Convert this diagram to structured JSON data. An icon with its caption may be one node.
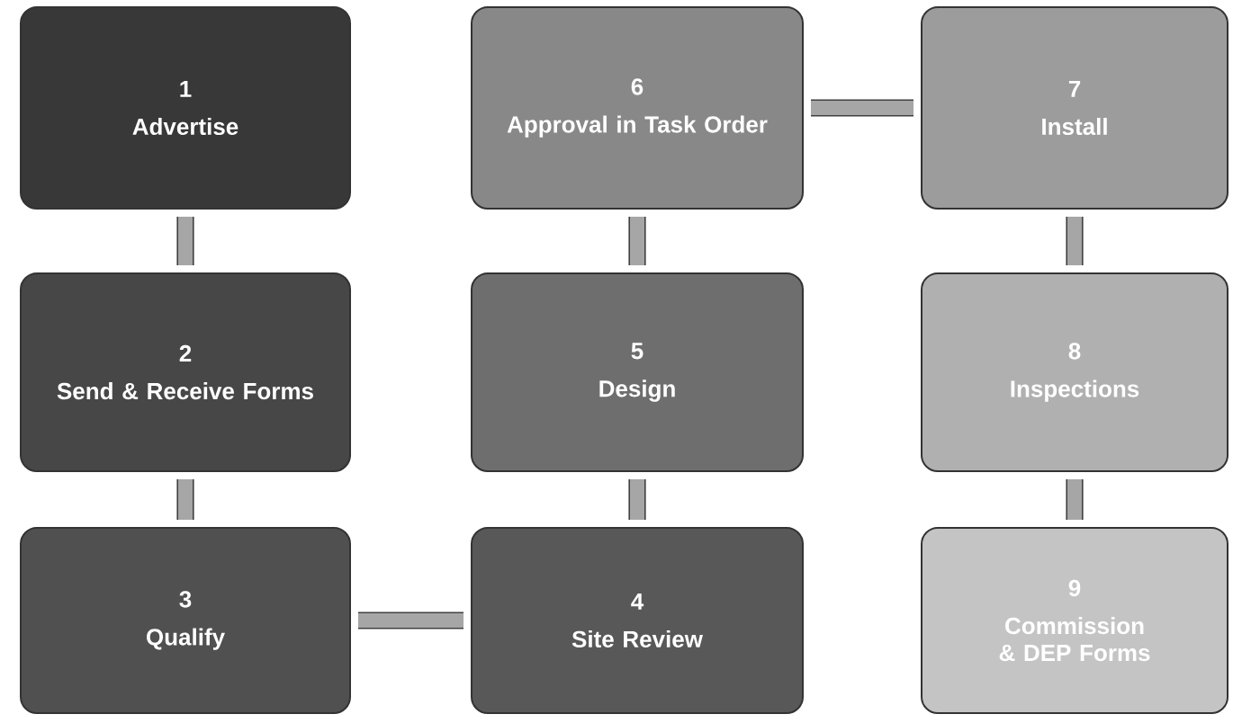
{
  "diagram": {
    "nodes": [
      {
        "text": [
          "1",
          "Advertise"
        ]
      },
      {
        "text": [
          "2",
          "Send & Receive Forms"
        ]
      },
      {
        "text": [
          "3",
          "Qualify"
        ]
      },
      {
        "text": [
          "4",
          "Site Review"
        ]
      },
      {
        "text": [
          "5",
          "Design"
        ]
      },
      {
        "text": [
          "6",
          "Approval in Task Order"
        ]
      },
      {
        "text": [
          "7",
          "Install"
        ]
      },
      {
        "text": [
          "8",
          "Inspections"
        ]
      },
      {
        "text": [
          "9",
          "Commission & DEP Forms"
        ]
      }
    ],
    "edges": [
      {
        "from": 0,
        "to": 1,
        "arrow": "none"
      },
      {
        "from": 1,
        "to": 2,
        "arrow": "none"
      },
      {
        "from": 2,
        "to": 3,
        "arrow": "none"
      },
      {
        "from": 3,
        "to": 4,
        "arrow": "none"
      },
      {
        "from": 4,
        "to": 5,
        "arrow": "none"
      },
      {
        "from": 5,
        "to": 6,
        "arrow": "none"
      },
      {
        "from": 6,
        "to": 7,
        "arrow": "none"
      },
      {
        "from": 7,
        "to": 8,
        "arrow": "none"
      }
    ]
  }
}
